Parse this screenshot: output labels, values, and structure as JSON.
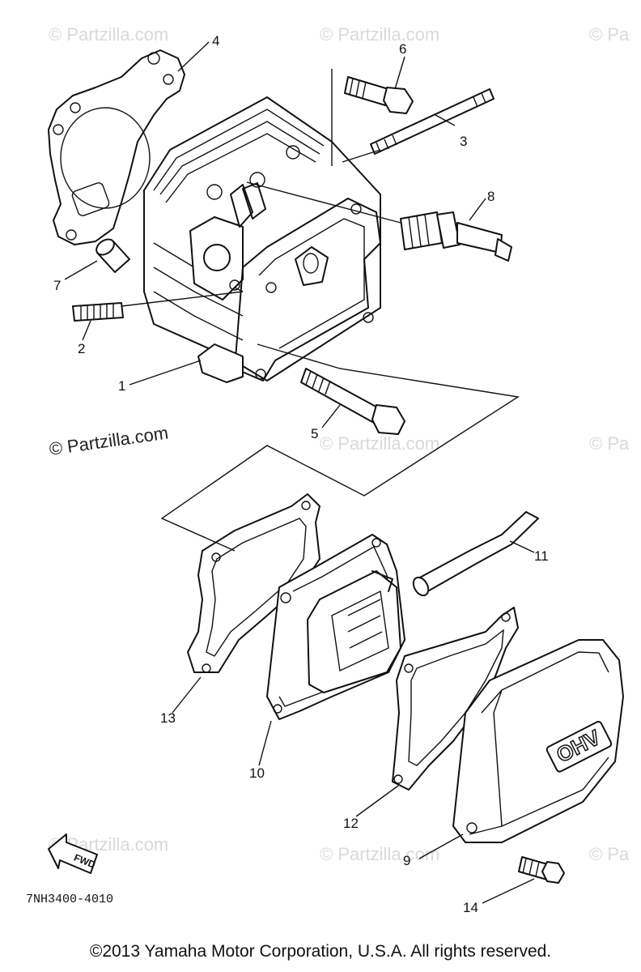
{
  "watermark": "© Partzilla.com",
  "watermark_truncated": "© Pa",
  "callouts": [
    "1",
    "2",
    "3",
    "4",
    "5",
    "6",
    "7",
    "8",
    "9",
    "10",
    "11",
    "12",
    "13",
    "14"
  ],
  "cover_marking": "OHV",
  "fwd_label": "FWD",
  "diagram_code": "7NH3400-4010",
  "copyright": "©2013  Yamaha Motor Corporation, U.S.A. All rights reserved."
}
